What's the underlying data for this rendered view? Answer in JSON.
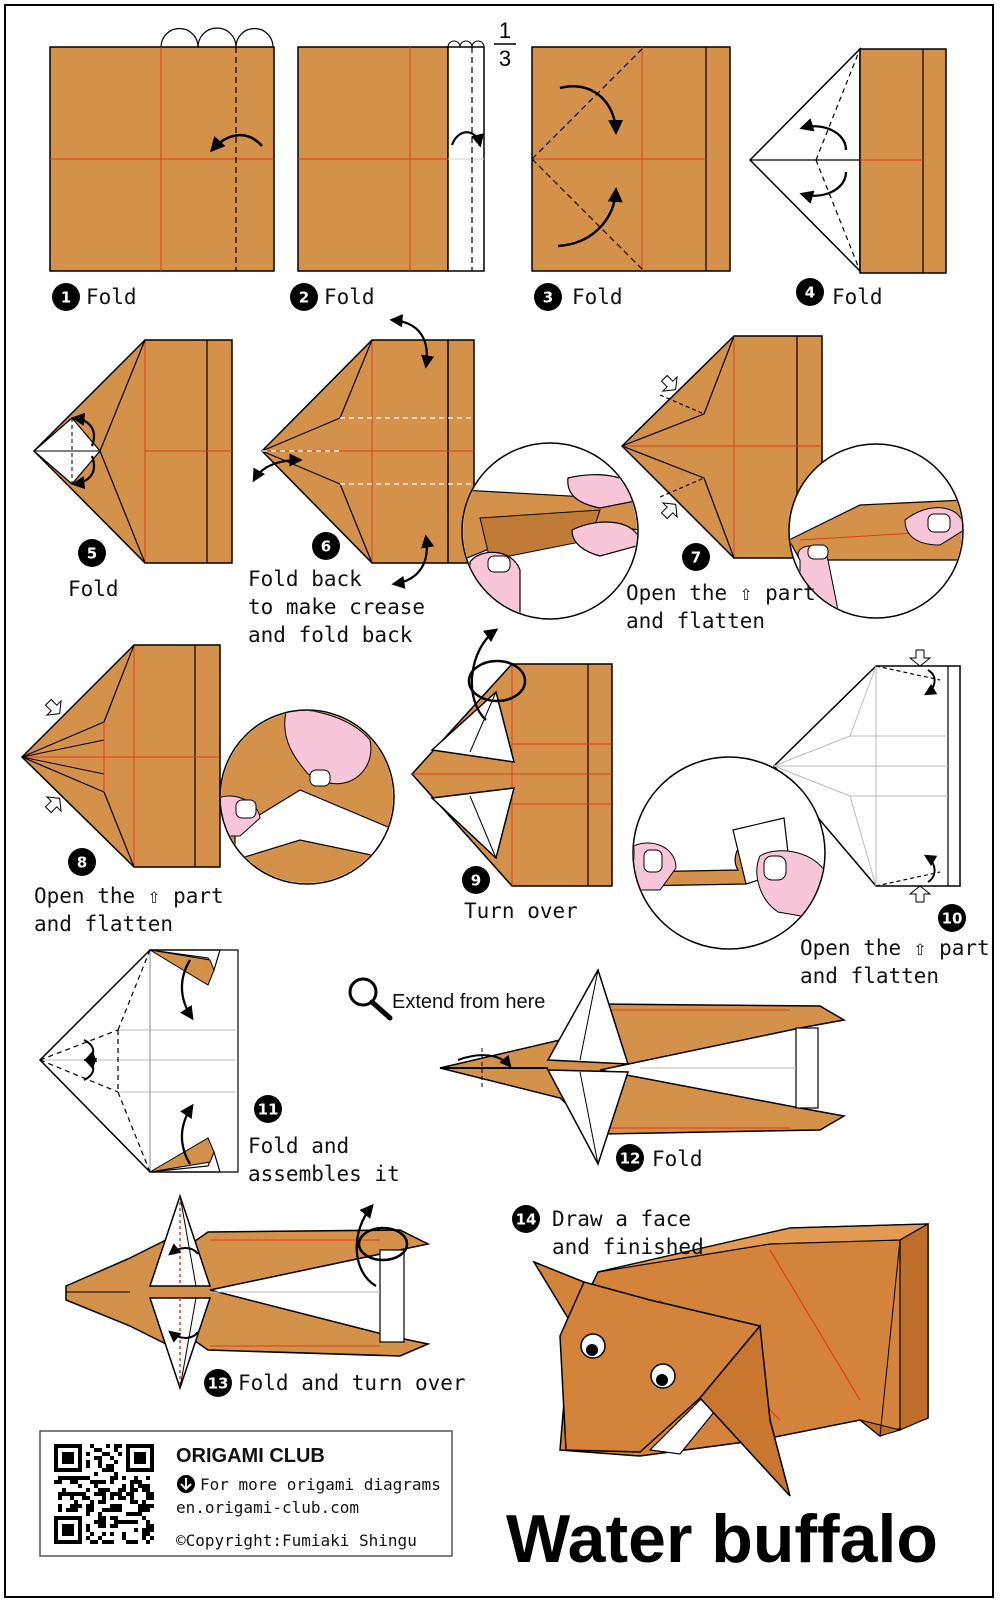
{
  "title": "Water buffalo",
  "colors": {
    "paper": "#D4914A",
    "paper_dark": "#B9752F",
    "crease": "#E03A1E",
    "skin": "#F8C6D8",
    "outline": "#000000",
    "white": "#FFFFFF"
  },
  "fraction": {
    "numerator": "1",
    "denominator": "3"
  },
  "steps": [
    {
      "number": "1",
      "text": [
        "Fold"
      ]
    },
    {
      "number": "2",
      "text": [
        "Fold"
      ]
    },
    {
      "number": "3",
      "text": [
        "Fold"
      ]
    },
    {
      "number": "4",
      "text": [
        "Fold"
      ]
    },
    {
      "number": "5",
      "text": [
        "Fold"
      ]
    },
    {
      "number": "6",
      "text": [
        "Fold back",
        "to make crease",
        "and fold back"
      ]
    },
    {
      "number": "7",
      "text": [
        "Open the ⇧ part",
        "and flatten"
      ]
    },
    {
      "number": "8",
      "text": [
        "Open the ⇧ part",
        "and flatten"
      ]
    },
    {
      "number": "9",
      "text": [
        "Turn over"
      ]
    },
    {
      "number": "10",
      "text": [
        "Open the ⇧ part",
        "and flatten"
      ]
    },
    {
      "number": "11",
      "text": [
        "Fold and",
        "assembles it"
      ]
    },
    {
      "number": "12",
      "text": [
        "Fold"
      ]
    },
    {
      "number": "13",
      "text": [
        "Fold and turn over"
      ]
    },
    {
      "number": "14",
      "text": [
        "Draw a face",
        "and finished"
      ]
    }
  ],
  "callout": {
    "text": "Extend from here",
    "icon": "magnifier-icon"
  },
  "footer": {
    "brand": "ORIGAMI CLUB",
    "more": "For more origami diagrams",
    "url": "en.origami-club.com",
    "copyright": "©Copyright:Fumiaki Shingu",
    "icons": [
      "qr-code-icon",
      "down-arrow-circle-icon"
    ]
  }
}
